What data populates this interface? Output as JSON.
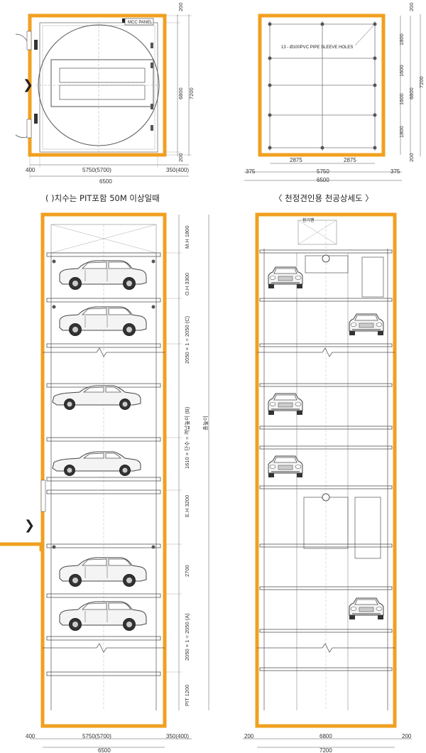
{
  "colors": {
    "wall": "#f0a020",
    "line": "#555555",
    "thin": "#999999",
    "car": "#555555"
  },
  "top_left": {
    "panel_label": "MCC PANEL",
    "dim_top": "200",
    "dim_bottom": "200",
    "dim_inner_v": "6800",
    "dim_outer_v": "7200",
    "dim_left": "400",
    "dim_mid": "5750(5700)",
    "dim_right": "350(400)",
    "dim_total": "6500",
    "caption": "( )치수는 PIT포함 50M 이상일때"
  },
  "top_right": {
    "sleeve_label": "13 - Ø100PVC PIPE SLEEVE HOLES",
    "dim_top": "200",
    "dim_bottom": "200",
    "dims_v": [
      "1800",
      "1600",
      "1600",
      "1800"
    ],
    "dim_inner_v": "6800",
    "dim_outer_v": "7200",
    "dim_h_parts": [
      "2875",
      "2875"
    ],
    "dim_h_mid": "5750",
    "dim_left": "375",
    "dim_right": "375",
    "dim_total": "6500",
    "caption": "〈 천정견인용 천공상세도 〉"
  },
  "bottom_left": {
    "v_labels": [
      "M.H 1800",
      "O.H 3300",
      "2050 × 1 = 2050 (C)",
      "1610 × 단수 = 격납높이 (B)",
      "E.H 3200",
      "2700",
      "2050 × 1 = 2050 (A)",
      "PIT 1200"
    ],
    "total_label": "총높이",
    "dim_left": "400",
    "dim_mid": "5750(5700)",
    "dim_right": "350(400)",
    "dim_total": "6500"
  },
  "bottom_right": {
    "vent_label": "환기팬",
    "dim_left": "200",
    "dim_mid": "6800",
    "dim_right": "200",
    "dim_total": "7200"
  }
}
